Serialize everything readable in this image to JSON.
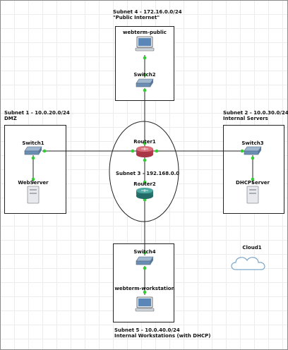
{
  "subnets": {
    "subnet4": {
      "title": "Subnet 4 - 172.16.0.0/24",
      "desc": "\"Public Internet\""
    },
    "subnet1": {
      "title": "Subnet 1 - 10.0.20.0/24",
      "desc": "DMZ"
    },
    "subnet2": {
      "title": "Subnet 2 - 10.0.30.0/24",
      "desc": "Internal Servers"
    },
    "subnet3": {
      "title": "Subnet 3 - 192.168.0.0"
    },
    "subnet5": {
      "title": "Subnet 5 - 10.0.40.0/24",
      "desc": "Internal Workstations (with DHCP)"
    }
  },
  "nodes": {
    "webterm_public": "webterm-public",
    "switch2": "Switch2",
    "switch1": "Switch1",
    "webserver": "WebServer",
    "router1": "Router1",
    "router2": "Router2",
    "switch3": "Switch3",
    "dhcpserver": "DHCPServer",
    "switch4": "Switch4",
    "webterm_workstation": "webterm-workstation",
    "cloud1": "Cloud1"
  },
  "colors": {
    "link_endpoint": "#33cc33",
    "router1": "#c9505d",
    "router2": "#2f8c86",
    "switch": "#6b8fb3"
  }
}
